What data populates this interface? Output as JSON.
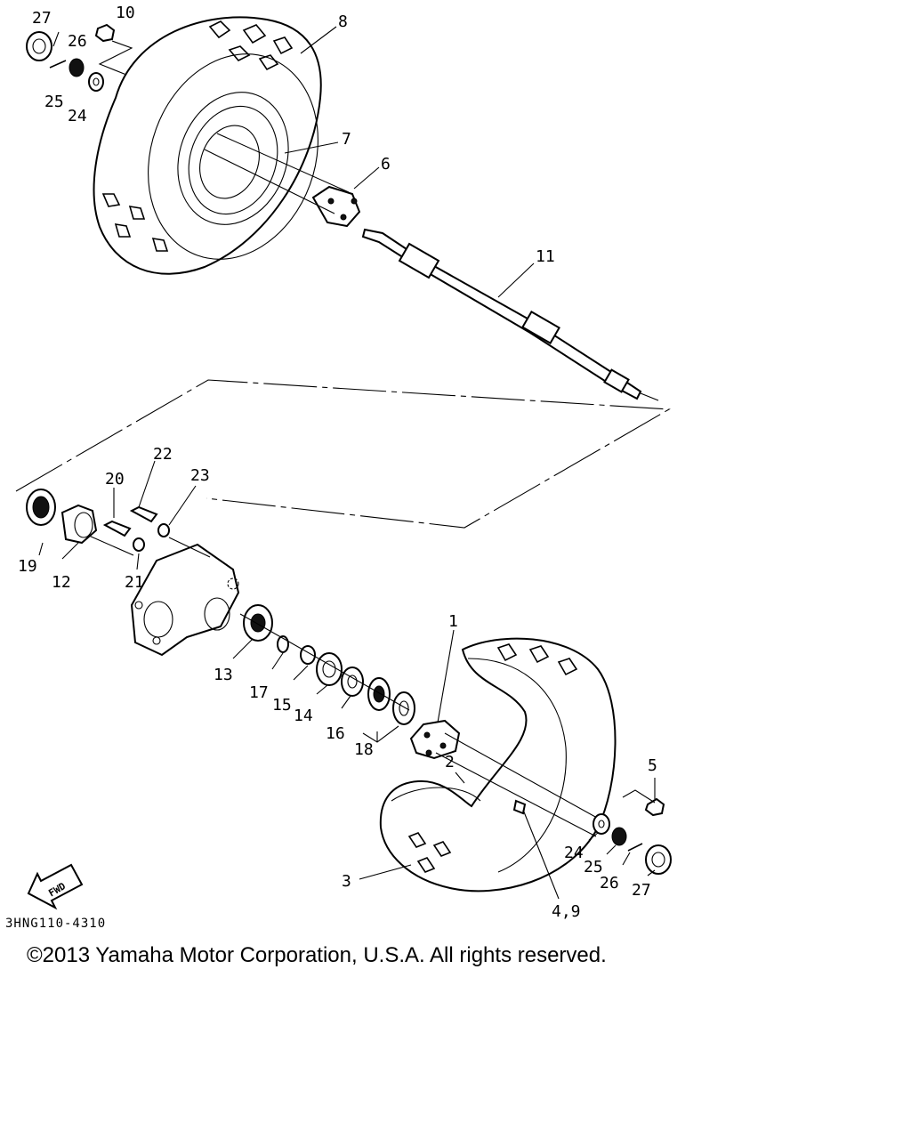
{
  "diagram_code": "3HNG110-4310",
  "copyright": "©2013 Yamaha Motor Corporation, U.S.A. All rights reserved.",
  "fwd_label": "FWD",
  "callouts": {
    "n1": "1",
    "n2": "2",
    "n3": "3",
    "n4_9": "4,9",
    "n5": "5",
    "n6": "6",
    "n7": "7",
    "n8": "8",
    "n10": "10",
    "n11": "11",
    "n12": "12",
    "n13": "13",
    "n14": "14",
    "n15": "15",
    "n16": "16",
    "n17": "17",
    "n18": "18",
    "n19": "19",
    "n20": "20",
    "n21": "21",
    "n22": "22",
    "n23": "23",
    "n24_top": "24",
    "n25_top": "25",
    "n26_top": "26",
    "n27_top": "27",
    "n24_bot": "24",
    "n25_bot": "25",
    "n26_bot": "26",
    "n27_bot": "27"
  }
}
